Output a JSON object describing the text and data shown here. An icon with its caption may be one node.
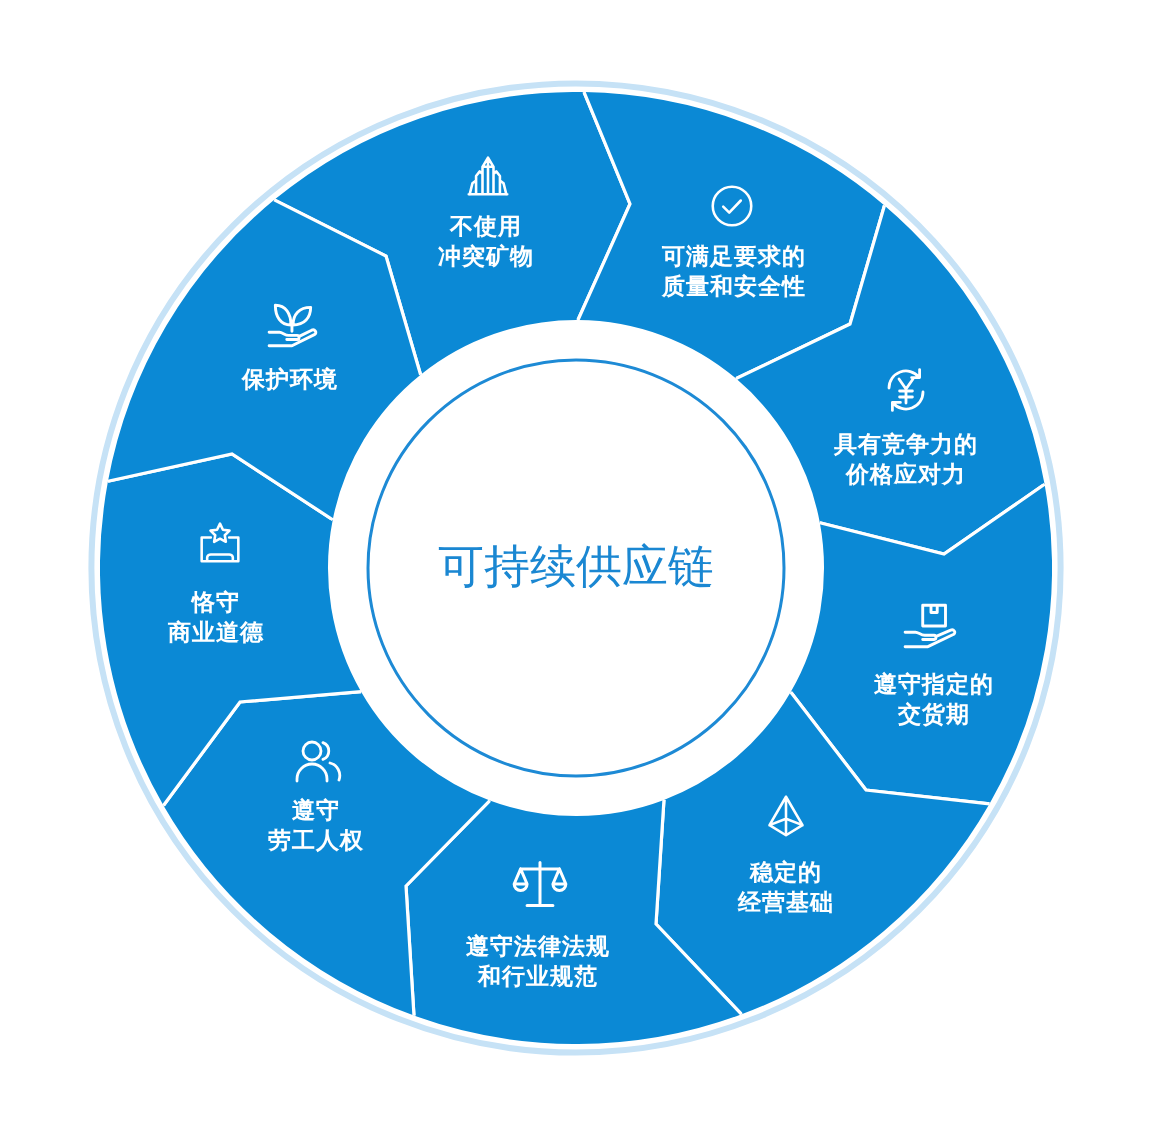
{
  "diagram": {
    "nodes": [
      {
        "text": [
          "可持续供应链"
        ]
      },
      {
        "text": [
          "不使用冲突矿物"
        ]
      },
      {
        "text": [
          "可满足要求的质量和安全性"
        ]
      },
      {
        "text": [
          "具有竞争力的价格应对力"
        ]
      },
      {
        "text": [
          "遵守指定的交货期"
        ]
      },
      {
        "text": [
          "稳定的经营基础"
        ]
      },
      {
        "text": [
          "遵守法律法规和行业规范"
        ]
      },
      {
        "text": [
          "遵守劳工人权"
        ]
      },
      {
        "text": [
          "恪守商业道德"
        ]
      },
      {
        "text": [
          "保护环境"
        ]
      }
    ]
  }
}
